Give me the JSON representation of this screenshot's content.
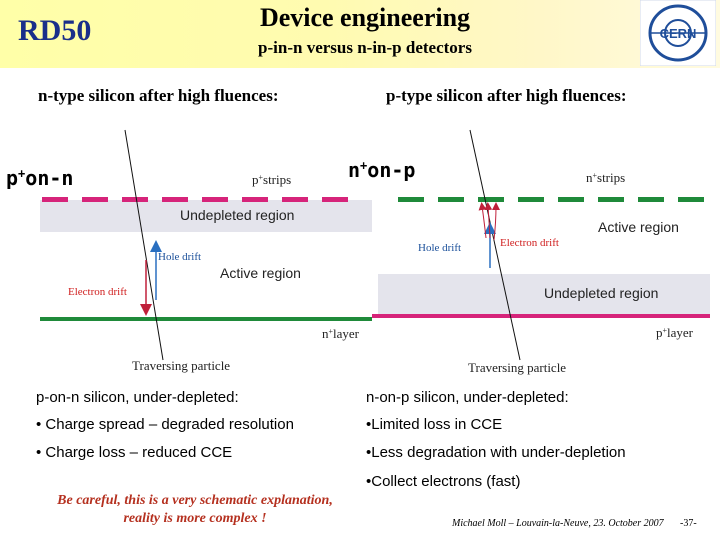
{
  "header": {
    "badge": "RD50",
    "title": "Device engineering",
    "subtitle": "p-in-n versus n-in-p detectors",
    "logo_text": "CERN"
  },
  "left": {
    "heading": "n-type silicon after high fluences:",
    "label_main": "p",
    "label_sup": "+",
    "label_rest": "on-n",
    "strips_main": "p",
    "strips_sup": "+",
    "strips_rest": "strips",
    "undepleted": "Undepleted region",
    "active": "Active region",
    "hole_drift": "Hole drift",
    "electron_drift": "Electron drift",
    "layer_main": "n",
    "layer_sup": "+",
    "layer_rest": "layer",
    "particle": "Traversing particle",
    "section_title": "p-on-n silicon, under-depleted:",
    "bullets": [
      "• Charge spread – degraded resolution",
      "• Charge loss – reduced CCE"
    ]
  },
  "right": {
    "heading": "p-type silicon after high fluences:",
    "label_main": "n",
    "label_sup": "+",
    "label_rest": "on-p",
    "strips_main": "n",
    "strips_sup": "+",
    "strips_rest": "strips",
    "active": "Active region",
    "undepleted": "Undepleted region",
    "hole_drift": "Hole drift",
    "electron_drift": "Electron drift",
    "layer_main": "p",
    "layer_sup": "+",
    "layer_rest": "layer",
    "particle": "Traversing particle",
    "section_title": "n-on-p silicon, under-depleted:",
    "bullets": [
      "•Limited loss in CCE",
      "•Less degradation with under-depletion",
      "•Collect electrons (fast)"
    ]
  },
  "warning": {
    "line1": "Be careful, this is a very schematic explanation,",
    "line2": "reality is more complex !"
  },
  "footer": {
    "credit": "Michael Moll – Louvain-la-Neuve, 23. October 2007",
    "page": "-37-"
  },
  "colors": {
    "p_strip": "#d6247a",
    "n_strip": "#1f8a3a",
    "header_yellow": "#ffffa8",
    "rd50_blue": "#1a2f8a",
    "warning_red": "#b5301f"
  }
}
